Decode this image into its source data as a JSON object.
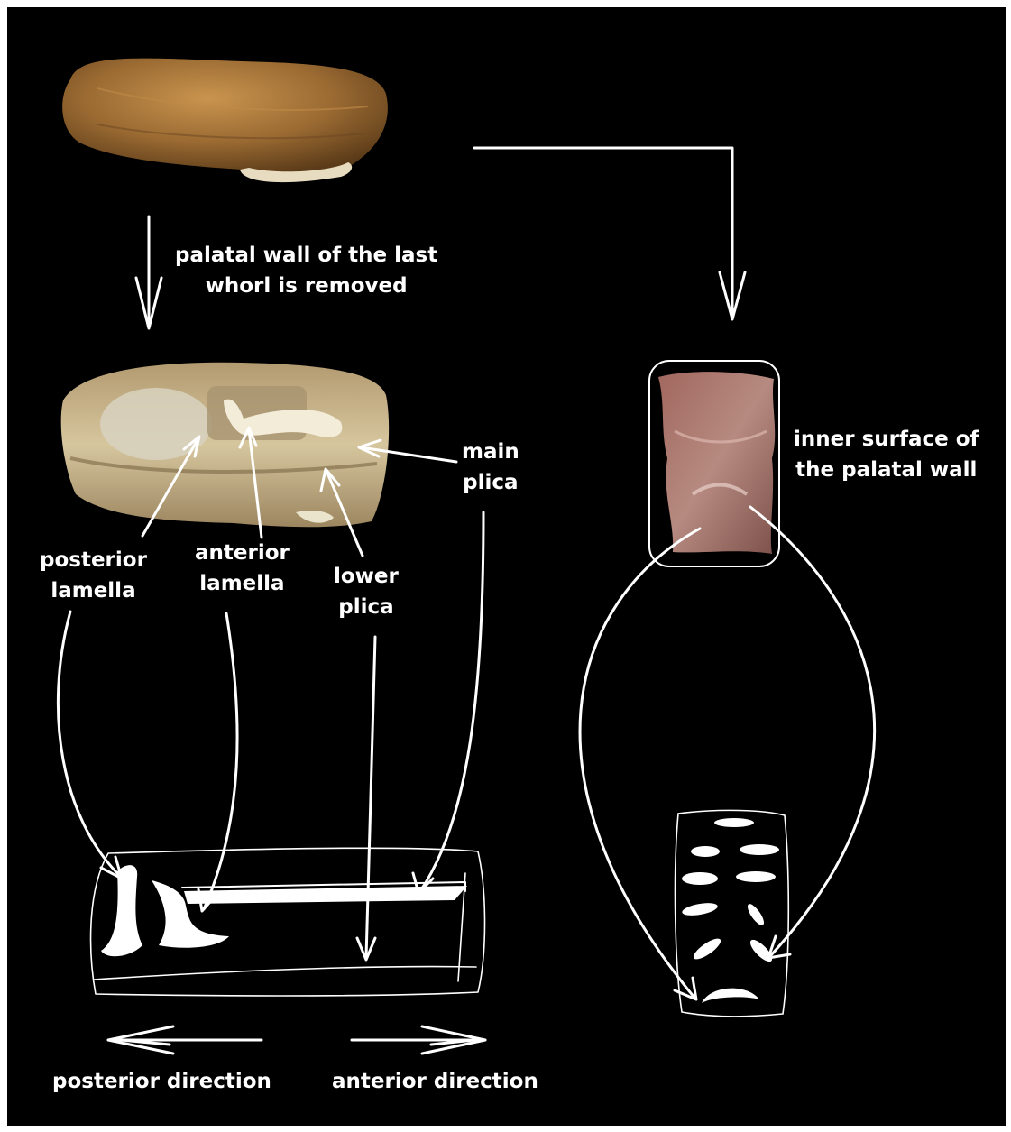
{
  "labels": {
    "removal_step": [
      "palatal wall of the last",
      "whorl is removed"
    ],
    "inner_surface": [
      "inner surface of",
      "the palatal wall"
    ],
    "main_plica": [
      "main",
      "plica"
    ],
    "posterior_lamella": [
      "posterior",
      "lamella"
    ],
    "anterior_lamella": [
      "anterior",
      "lamella"
    ],
    "lower_plica": [
      "lower",
      "plica"
    ],
    "posterior_direction": "posterior direction",
    "anterior_direction": "anterior direction"
  },
  "colors": {
    "background": "#000000",
    "line": "#ffffff",
    "shell": "#9a6a32",
    "opened_shell": "#c9b68a",
    "palatal_wall": "#9a6e66"
  },
  "images": {
    "intact_shell": "photo of intact snail shell",
    "opened_shell": "photo of shell with palatal wall removed",
    "palatal_wall": "photo of inner surface of palatal wall"
  }
}
